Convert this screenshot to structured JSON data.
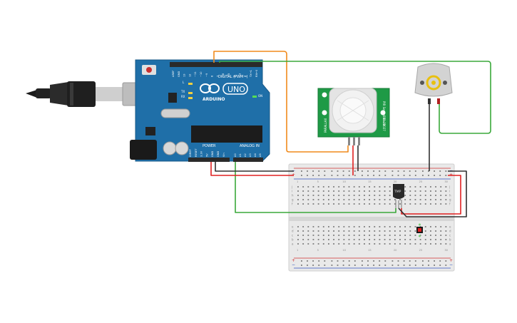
{
  "arduino": {
    "logo_text": "ARDUINO",
    "model_label": "UNO",
    "digital_header_label": "DIGITAL (PWM~)",
    "power_header_label": "POWER",
    "analog_header_label": "ANALOG IN",
    "led_labels": [
      "L",
      "TX",
      "RX"
    ],
    "on_label": "ON",
    "digital_pins": [
      "AREF",
      "GND",
      "13",
      "12",
      "~11",
      "~10",
      "~9",
      "8",
      "7",
      "~6",
      "~5",
      "4",
      "~3",
      "2",
      "TX→1",
      "RX←0"
    ],
    "power_pins": [
      "IOREF",
      "RESET",
      "3.3V",
      "5V",
      "GND",
      "GND",
      "Vin"
    ],
    "analog_pins": [
      "A0",
      "A1",
      "A2",
      "A3",
      "A4",
      "A5"
    ]
  },
  "pir_sensor": {
    "side_left": "PARALLAX",
    "side_right_top": "PIR Sensor Rev B",
    "side_right_bottom": "555-28027"
  },
  "temp_sensor": {
    "label": "TMP"
  },
  "breadboard": {
    "rows_top": [
      "j",
      "i",
      "h",
      "g",
      "f"
    ],
    "rows_bottom": [
      "e",
      "d",
      "c",
      "b",
      "a"
    ],
    "column_numbers": [
      "1",
      "5",
      "10",
      "15",
      "20",
      "25",
      "30"
    ]
  },
  "wire_colors": {
    "red": "#e02020",
    "black": "#303030",
    "green": "#3aa83a",
    "orange": "#f08a1c"
  }
}
